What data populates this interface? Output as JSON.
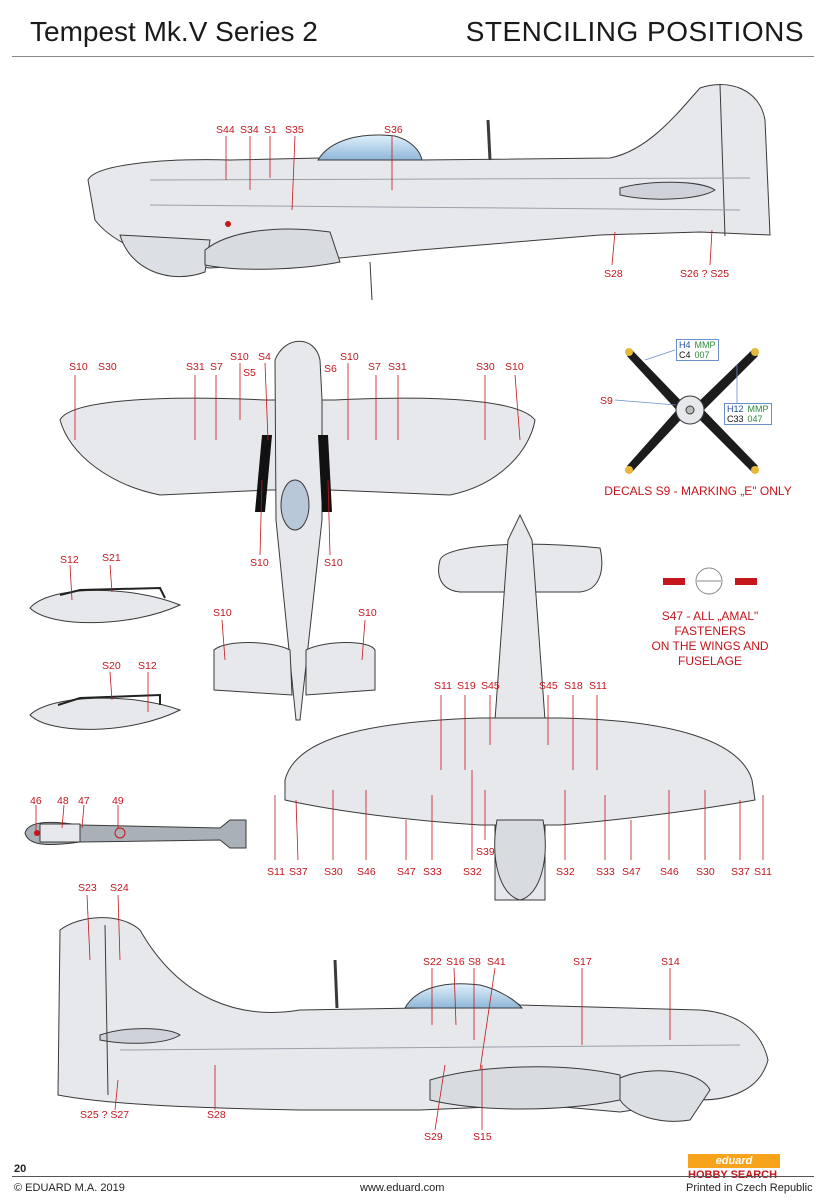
{
  "header": {
    "left_title": "Tempest Mk.V Series 2",
    "right_title": "STENCILING POSITIONS"
  },
  "side_top_labels": [
    "S44",
    "S34",
    "S1",
    "S35",
    "S36",
    "S28",
    "S26 ? S25"
  ],
  "plan_top_labels": [
    "S10",
    "S30",
    "S31",
    "S7",
    "S10",
    "S4",
    "S5",
    "S10",
    "S6",
    "S7",
    "S31",
    "S30",
    "S10",
    "S10",
    "S10",
    "S10",
    "S10"
  ],
  "prop": {
    "callout": "S9",
    "box1": {
      "a": "H4",
      "b": "MMP",
      "c": "C4",
      "d": "007"
    },
    "box2": {
      "a": "H12",
      "b": "MMP",
      "c": "C33",
      "d": "047"
    },
    "note": "DECALS S9 - MARKING „E\" ONLY"
  },
  "tank_labels": [
    "S12",
    "S21",
    "S20",
    "S12"
  ],
  "fastener_note": [
    "S47 - ALL „AMAL\"",
    "FASTENERS",
    "ON THE WINGS AND",
    "FUSELAGE"
  ],
  "bomb_labels": [
    "46",
    "48",
    "47",
    "49"
  ],
  "plan_bottom_labels": [
    "S11",
    "S19",
    "S45",
    "S45",
    "S18",
    "S11",
    "S11",
    "S37",
    "S30",
    "S46",
    "S47",
    "S33",
    "S32",
    "S39",
    "S32",
    "S33",
    "S47",
    "S46",
    "S30",
    "S37",
    "S11"
  ],
  "side_bottom_labels": [
    "S23",
    "S24",
    "S22",
    "S16",
    "S8",
    "S41",
    "S17",
    "S14",
    "S25 ? S27",
    "S28",
    "S29",
    "S15"
  ],
  "footer": {
    "page_number": "20",
    "copyright": "© EDUARD M.A. 2019",
    "website": "www.eduard.com",
    "printed": "Printed in Czech Republic",
    "logo": "eduard",
    "watermark": "HOBBY SEARCH"
  },
  "colors": {
    "label_red": "#c4161c",
    "aircraft_fill": "#e6e8ec",
    "outline": "#3a3a3a",
    "prop_yellow": "#e8b83a"
  }
}
